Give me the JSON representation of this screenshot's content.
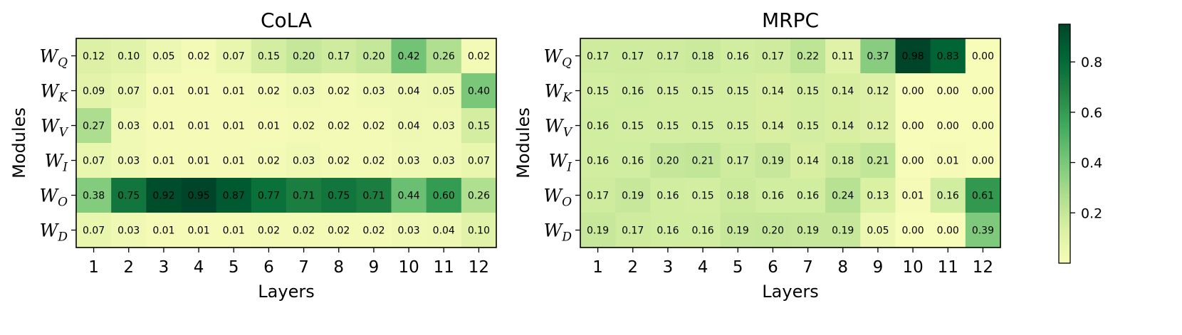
{
  "chart_data": [
    {
      "type": "heatmap",
      "title": "CoLA",
      "xlabel": "Layers",
      "ylabel": "Modules",
      "x": [
        "1",
        "2",
        "3",
        "4",
        "5",
        "6",
        "7",
        "8",
        "9",
        "10",
        "11",
        "12"
      ],
      "rows": [
        {
          "main": "W",
          "sub": "Q"
        },
        {
          "main": "W",
          "sub": "K"
        },
        {
          "main": "W",
          "sub": "V"
        },
        {
          "main": "W",
          "sub": "I"
        },
        {
          "main": "W",
          "sub": "O"
        },
        {
          "main": "W",
          "sub": "D"
        }
      ],
      "values": [
        [
          0.12,
          0.1,
          0.05,
          0.02,
          0.07,
          0.15,
          0.2,
          0.17,
          0.2,
          0.42,
          0.26,
          0.02
        ],
        [
          0.09,
          0.07,
          0.01,
          0.01,
          0.01,
          0.02,
          0.03,
          0.02,
          0.03,
          0.04,
          0.05,
          0.4
        ],
        [
          0.27,
          0.03,
          0.01,
          0.01,
          0.01,
          0.01,
          0.02,
          0.02,
          0.02,
          0.04,
          0.03,
          0.15
        ],
        [
          0.07,
          0.03,
          0.01,
          0.01,
          0.01,
          0.02,
          0.03,
          0.02,
          0.02,
          0.03,
          0.03,
          0.07
        ],
        [
          0.38,
          0.75,
          0.92,
          0.95,
          0.87,
          0.77,
          0.71,
          0.75,
          0.71,
          0.44,
          0.6,
          0.26
        ],
        [
          0.07,
          0.03,
          0.01,
          0.01,
          0.01,
          0.02,
          0.02,
          0.02,
          0.02,
          0.03,
          0.04,
          0.1
        ]
      ]
    },
    {
      "type": "heatmap",
      "title": "MRPC",
      "xlabel": "Layers",
      "ylabel": "Modules",
      "x": [
        "1",
        "2",
        "3",
        "4",
        "5",
        "6",
        "7",
        "8",
        "9",
        "10",
        "11",
        "12"
      ],
      "rows": [
        {
          "main": "W",
          "sub": "Q"
        },
        {
          "main": "W",
          "sub": "K"
        },
        {
          "main": "W",
          "sub": "V"
        },
        {
          "main": "W",
          "sub": "I"
        },
        {
          "main": "W",
          "sub": "O"
        },
        {
          "main": "W",
          "sub": "D"
        }
      ],
      "values": [
        [
          0.17,
          0.17,
          0.17,
          0.18,
          0.16,
          0.17,
          0.22,
          0.11,
          0.37,
          0.98,
          0.83,
          0.0
        ],
        [
          0.15,
          0.16,
          0.15,
          0.15,
          0.15,
          0.14,
          0.15,
          0.14,
          0.12,
          0.0,
          0.0,
          0.0
        ],
        [
          0.16,
          0.15,
          0.15,
          0.15,
          0.15,
          0.14,
          0.15,
          0.14,
          0.12,
          0.0,
          0.0,
          0.0
        ],
        [
          0.16,
          0.16,
          0.2,
          0.21,
          0.17,
          0.19,
          0.14,
          0.18,
          0.21,
          0.0,
          0.01,
          0.0
        ],
        [
          0.17,
          0.19,
          0.16,
          0.15,
          0.18,
          0.16,
          0.16,
          0.24,
          0.13,
          0.01,
          0.16,
          0.61
        ],
        [
          0.19,
          0.17,
          0.16,
          0.16,
          0.19,
          0.2,
          0.19,
          0.19,
          0.05,
          0.0,
          0.0,
          0.39
        ]
      ]
    }
  ],
  "colorbar": {
    "colormap": "Greens",
    "range": [
      0.0,
      0.95
    ],
    "ticks": [
      "0.2",
      "0.4",
      "0.6",
      "0.8"
    ],
    "tick_values": [
      0.2,
      0.4,
      0.6,
      0.8
    ],
    "stops": [
      "#f7fcb9",
      "#d9f0a3",
      "#addd8e",
      "#78c679",
      "#41ab5d",
      "#238443",
      "#006837",
      "#004529"
    ]
  }
}
